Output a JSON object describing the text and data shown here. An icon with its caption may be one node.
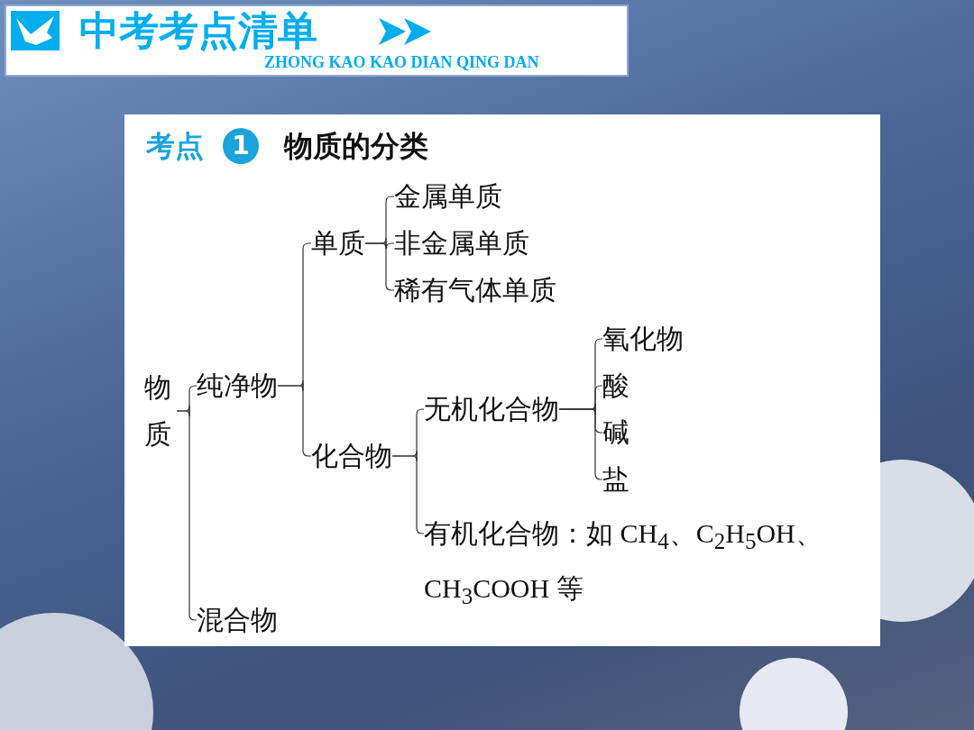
{
  "diagram": {
    "title": "中考考点清单",
    "nodes": [
      {
        "text": [
          "物质"
        ]
      },
      {
        "text": [
          "纯净物"
        ]
      },
      {
        "text": [
          "混合物"
        ]
      },
      {
        "text": [
          "单质"
        ]
      },
      {
        "text": [
          "化合物"
        ]
      },
      {
        "text": [
          "金属单质"
        ]
      },
      {
        "text": [
          "非金属单质"
        ]
      },
      {
        "text": [
          "稀有气体单质"
        ]
      },
      {
        "text": [
          "无机化合物"
        ]
      },
      {
        "text": [
          "有机化合物：如 CH$_{4}$、C$_{2}$H$_{5}$OH、CH$_{3}$COOH 等"
        ]
      },
      {
        "text": [
          "氧化物"
        ]
      },
      {
        "text": [
          "酸"
        ]
      },
      {
        "text": [
          "碱"
        ]
      },
      {
        "text": [
          "盐"
        ]
      }
    ],
    "edges": [
      {
        "from": 0,
        "to": 1,
        "arrow": "none"
      },
      {
        "from": 0,
        "to": 2,
        "arrow": "none"
      },
      {
        "from": 1,
        "to": 3,
        "arrow": "none"
      },
      {
        "from": 1,
        "to": 4,
        "arrow": "none"
      },
      {
        "from": 3,
        "to": 5,
        "arrow": "none"
      },
      {
        "from": 3,
        "to": 6,
        "arrow": "none"
      },
      {
        "from": 3,
        "to": 7,
        "arrow": "none"
      },
      {
        "from": 4,
        "to": 8,
        "arrow": "none"
      },
      {
        "from": 4,
        "to": 9,
        "arrow": "none"
      },
      {
        "from": 8,
        "to": 10,
        "arrow": "none"
      },
      {
        "from": 8,
        "to": 11,
        "arrow": "none"
      },
      {
        "from": 8,
        "to": 12,
        "arrow": "none"
      },
      {
        "from": 8,
        "to": 13,
        "arrow": "none"
      }
    ],
    "labels": [
      "ZHONG KAO KAO DIAN QING DAN",
      "考点",
      "1",
      "物质的分类"
    ]
  }
}
